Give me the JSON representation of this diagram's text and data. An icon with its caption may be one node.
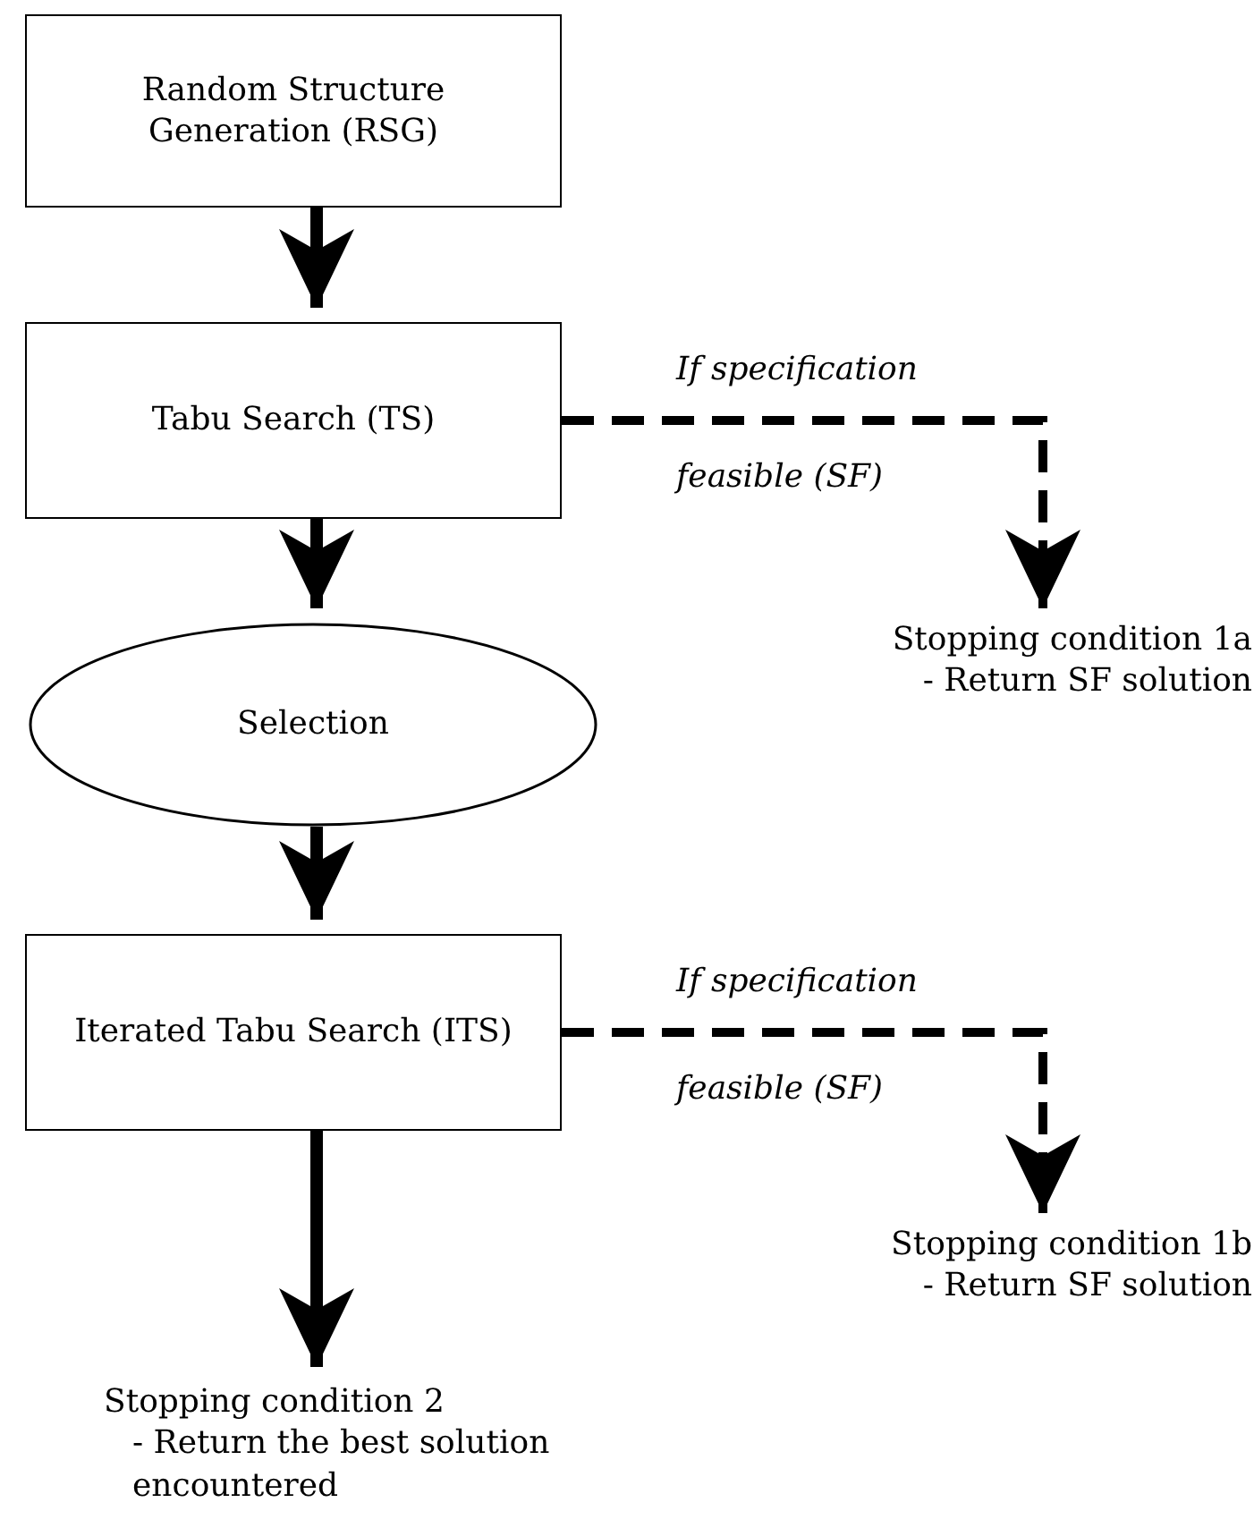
{
  "diagram": {
    "nodes": [
      {
        "text": [
          "Random Structure Generation (RSG)"
        ]
      },
      {
        "text": [
          "Tabu Search (TS)"
        ]
      },
      {
        "text": [
          "Selection"
        ]
      },
      {
        "text": [
          "Iterated Tabu Search (ITS)"
        ]
      },
      {
        "text": [
          "Stopping condition 1a",
          "- Return SF solution"
        ]
      },
      {
        "text": [
          "Stopping condition 1b",
          "- Return SF solution"
        ]
      },
      {
        "text": [
          "Stopping condition 2",
          "- Return the best solution encountered"
        ]
      }
    ],
    "edges": [
      {
        "from": 0,
        "to": 1,
        "arrow": "to"
      },
      {
        "from": 1,
        "to": 2,
        "arrow": "to"
      },
      {
        "from": 2,
        "to": 3,
        "arrow": "to"
      },
      {
        "from": 3,
        "to": 6,
        "arrow": "to"
      },
      {
        "from": 1,
        "to": 4,
        "arrow": "to",
        "style": "dashed",
        "label": "If specification feasible (SF)"
      },
      {
        "from": 3,
        "to": 5,
        "arrow": "to",
        "style": "dashed",
        "label": "If specification feasible (SF)"
      }
    ]
  }
}
